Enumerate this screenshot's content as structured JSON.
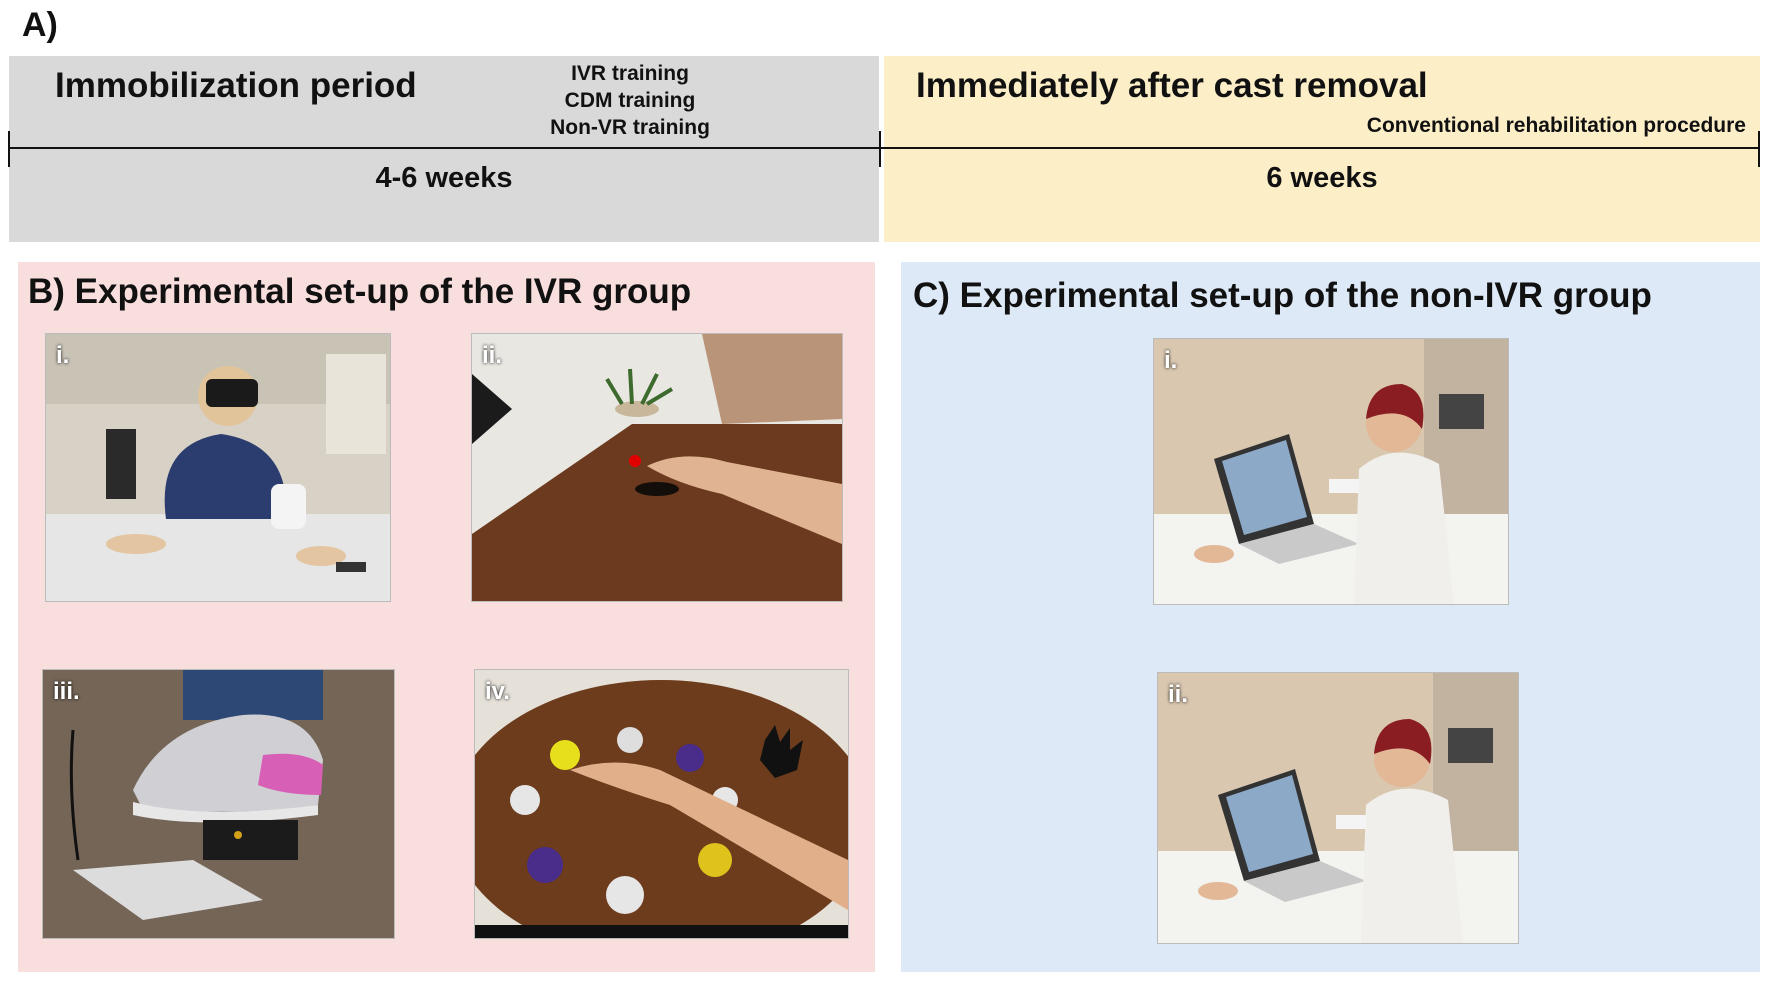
{
  "panel_a": {
    "label": "A)",
    "left_phase": {
      "title": "Immobilization period",
      "trainings": [
        "IVR training",
        "CDM training",
        "Non-VR training"
      ],
      "duration": "4-6 weeks"
    },
    "right_phase": {
      "title": "Immediately after cast removal",
      "note": "Conventional rehabilitation procedure",
      "duration": "6 weeks"
    }
  },
  "panel_b": {
    "title": "B) Experimental set-up of the IVR group",
    "photos": [
      {
        "label": "i."
      },
      {
        "label": "ii."
      },
      {
        "label": "iii."
      },
      {
        "label": "iv."
      }
    ]
  },
  "panel_c": {
    "title": "C) Experimental set-up of the non-IVR group",
    "photos": [
      {
        "label": "i."
      },
      {
        "label": "ii."
      }
    ]
  },
  "colors": {
    "immobilization_band": "#d9d9d9",
    "post_cast_band": "#fcefc8",
    "ivr_panel": "#f9dede",
    "non_ivr_panel": "#dde9f6"
  }
}
